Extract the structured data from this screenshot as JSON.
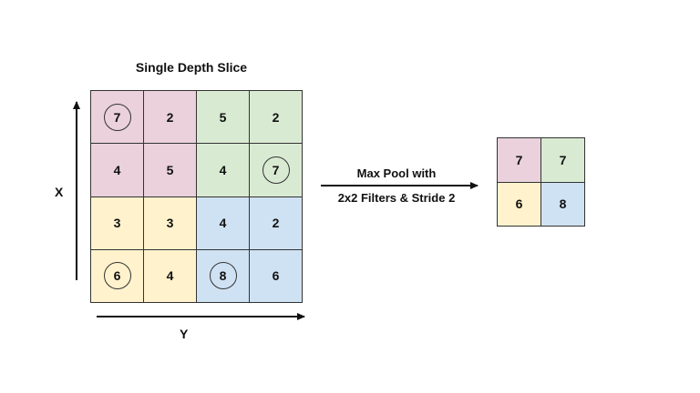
{
  "title": "Single Depth Slice",
  "axis": {
    "x_label": "X",
    "y_label": "Y"
  },
  "operation": {
    "line1": "Max Pool with",
    "line2": "2x2 Filters & Stride 2"
  },
  "colors": {
    "pink": "#ead1dc",
    "green": "#d9ead3",
    "yellow": "#fff2cc",
    "blue": "#cfe2f3"
  },
  "input_grid": [
    [
      {
        "value": "7",
        "color": "pink",
        "max": true
      },
      {
        "value": "2",
        "color": "pink",
        "max": false
      },
      {
        "value": "5",
        "color": "green",
        "max": false
      },
      {
        "value": "2",
        "color": "green",
        "max": false
      }
    ],
    [
      {
        "value": "4",
        "color": "pink",
        "max": false
      },
      {
        "value": "5",
        "color": "pink",
        "max": false
      },
      {
        "value": "4",
        "color": "green",
        "max": false
      },
      {
        "value": "7",
        "color": "green",
        "max": true
      }
    ],
    [
      {
        "value": "3",
        "color": "yellow",
        "max": false
      },
      {
        "value": "3",
        "color": "yellow",
        "max": false
      },
      {
        "value": "4",
        "color": "blue",
        "max": false
      },
      {
        "value": "2",
        "color": "blue",
        "max": false
      }
    ],
    [
      {
        "value": "6",
        "color": "yellow",
        "max": true
      },
      {
        "value": "4",
        "color": "yellow",
        "max": false
      },
      {
        "value": "8",
        "color": "blue",
        "max": true
      },
      {
        "value": "6",
        "color": "blue",
        "max": false
      }
    ]
  ],
  "output_grid": [
    [
      {
        "value": "7",
        "color": "pink"
      },
      {
        "value": "7",
        "color": "green"
      }
    ],
    [
      {
        "value": "6",
        "color": "yellow"
      },
      {
        "value": "8",
        "color": "blue"
      }
    ]
  ]
}
